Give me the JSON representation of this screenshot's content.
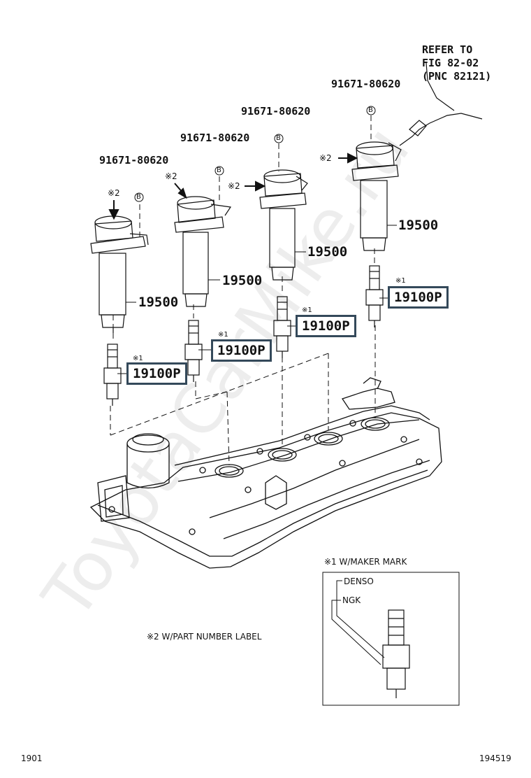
{
  "refer": {
    "line1": "REFER TO",
    "line2": "FIG 82-02",
    "line3": "(PNC 82121)"
  },
  "bolts": [
    "91671-80620",
    "91671-80620",
    "91671-80620",
    "91671-80620"
  ],
  "coils": [
    "19500",
    "19500",
    "19500",
    "19500"
  ],
  "plugs": [
    "19100P",
    "19100P",
    "19100P",
    "19100P"
  ],
  "marks": {
    "note1": "※1",
    "note2": "※2",
    "bolt_symbol": "B"
  },
  "inset": {
    "title": "※1 W/MAKER MARK",
    "denso": "DENSO",
    "ngk": "NGK"
  },
  "note_part_label": "※2 W/PART NUMBER LABEL",
  "footer": {
    "left": "1901",
    "right": "194519"
  },
  "watermark": "ToyotaCarMike.ru",
  "colors": {
    "highlight_border": "#34495a",
    "line": "#111111"
  }
}
